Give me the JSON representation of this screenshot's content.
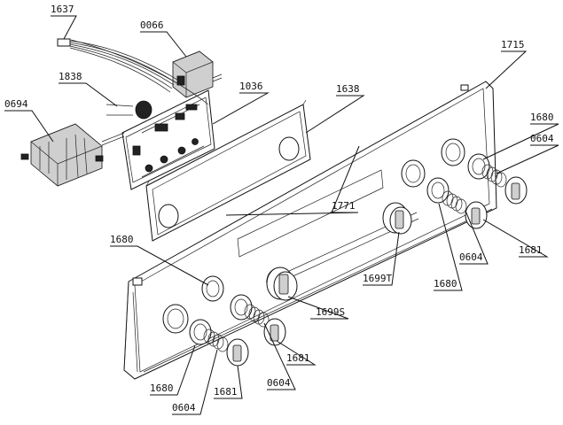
{
  "labels": {
    "l1637": "1637",
    "l0066": "0066",
    "l1715": "1715",
    "l1838": "1838",
    "l1036": "1036",
    "l1638": "1638",
    "l0694": "0694",
    "l1680a": "1680",
    "l0604a": "0604",
    "l1771": "1771",
    "l1680b": "1680",
    "l0604b": "0604",
    "l1681a": "1681",
    "l1699T": "1699T",
    "l1680c": "1680",
    "l1699S": "1699S",
    "l1681b": "1681",
    "l1680d": "1680",
    "l0604c": "0604",
    "l1681c": "1681",
    "l0604d": "0604"
  }
}
